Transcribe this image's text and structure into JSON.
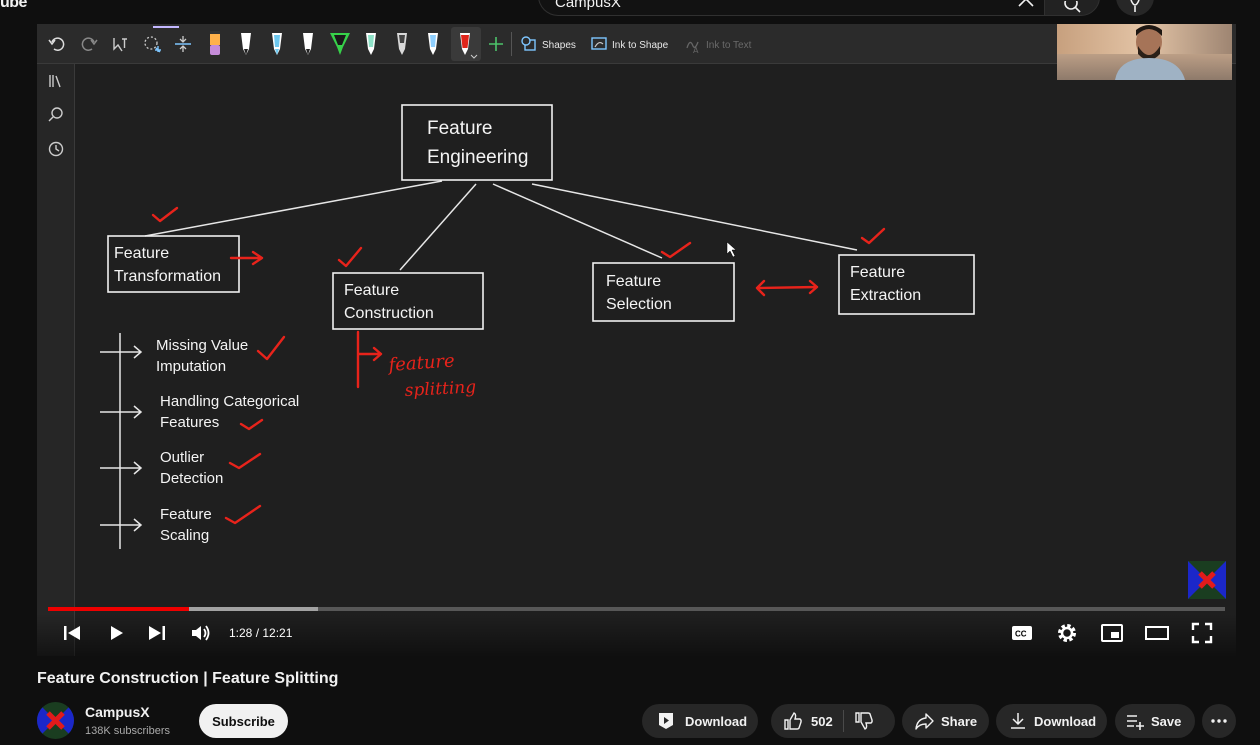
{
  "header": {
    "logo_text": "ube",
    "search_query": "CampusX"
  },
  "toolbar": {
    "shapes_label": "Shapes",
    "ink_to_shape_label": "Ink to Shape",
    "ink_to_text_label": "Ink to Text",
    "pen_colors": [
      "#c58bd8",
      "#ffffff",
      "#6ec8ef",
      "#ffffff",
      "#37d24a",
      "#8fe3c8",
      "#d9d9d9",
      "#8fd0ff",
      "#e0251b"
    ]
  },
  "diagram": {
    "root": [
      "Feature",
      "Engineering"
    ],
    "branches": [
      [
        "Feature",
        "Transformation"
      ],
      [
        "Feature",
        "Construction"
      ],
      [
        "Feature",
        "Selection"
      ],
      [
        "Feature",
        "Extraction"
      ]
    ],
    "transformation_items": [
      [
        "Missing Value",
        "Imputation"
      ],
      [
        "Handling Categorical",
        "Features"
      ],
      [
        "Outlier",
        "Detection"
      ],
      [
        "Feature",
        "Scaling"
      ]
    ],
    "handwritten_note": [
      "feature",
      "splitting"
    ],
    "annotation_color": "#e8231b"
  },
  "player": {
    "time_display": "1:28 / 12:21",
    "played_fraction": 0.1198,
    "buffered_fraction": 0.229
  },
  "video": {
    "title": "Feature Construction | Feature Splitting",
    "channel_name": "CampusX",
    "subscribers": "138K subscribers",
    "subscribe_label": "Subscribe",
    "download_primary_label": "Download",
    "like_count": "502",
    "share_label": "Share",
    "download_label": "Download",
    "save_label": "Save"
  }
}
